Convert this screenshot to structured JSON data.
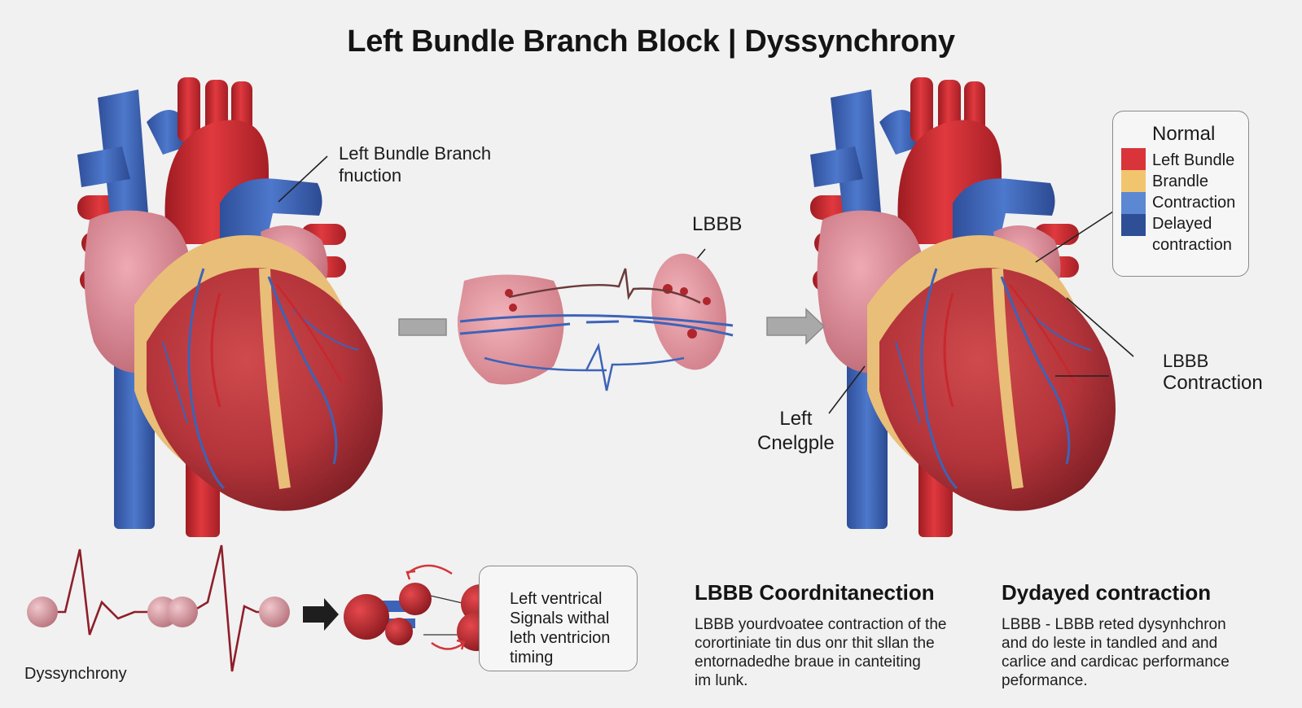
{
  "title": "Left Bundle Branch Block | Dyssynchrony",
  "labels": {
    "left_bundle_branch": [
      "Left Bundle Branch",
      "fnuction"
    ],
    "lbbb_center": "LBBB",
    "lbbb_contraction": [
      "LBBB",
      "Contraction"
    ],
    "left_cnelgple": [
      "Left",
      "Cnelgple"
    ],
    "dyssynchrony": "Dyssynchrony"
  },
  "legend": {
    "title": "Normal",
    "items": [
      "Left Bundle",
      "Brandle",
      "Contraction",
      "Delayed",
      "contraction"
    ],
    "colors": [
      "#d8343a",
      "#f1c46e",
      "#5c87d3",
      "#2e4f96"
    ]
  },
  "callout": [
    "Left ventrical",
    "Signals withal",
    "leth ventricion",
    "timing"
  ],
  "sections": [
    {
      "heading": "LBBB Coordnitanection",
      "lines": [
        "LBBB yourdvoatee contraction of the",
        "corortiniate tin dus onr thit sllan the",
        "entornadedhe braue in canteiting",
        "im lunk."
      ]
    },
    {
      "heading": "Dydayed contraction",
      "lines": [
        "LBBB - LBBB reted dysynhchron",
        "and do leste in tandled and and",
        "carlice and cardicac performance",
        "peformance."
      ]
    }
  ],
  "colors": {
    "myocardium": "#b9353a",
    "artery": "#c8272d",
    "vein": "#3d63b8",
    "atrium": "#dd8a95",
    "fat": "#eac07a",
    "ecg": "#8e1f2a"
  }
}
